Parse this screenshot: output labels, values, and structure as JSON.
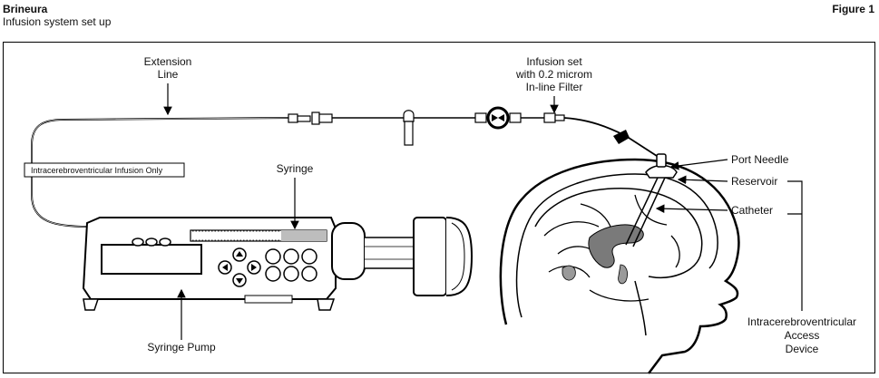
{
  "header": {
    "title": "Brineura",
    "subtitle": "Infusion system set up",
    "figure": "Figure 1"
  },
  "diagram": {
    "extension_line": [
      "Extension",
      "Line"
    ],
    "infusion_set": [
      "Infusion set",
      "with 0.2 microm",
      "In-line Filter"
    ],
    "warning_label": "Intracerebroventricular Infusion Only",
    "syringe": "Syringe",
    "syringe_pump": "Syringe Pump",
    "port_needle": "Port Needle",
    "reservoir": "Reservoir",
    "catheter": "Catheter",
    "access_device": [
      "Intracerebroventricular",
      "Access",
      "Device"
    ]
  }
}
